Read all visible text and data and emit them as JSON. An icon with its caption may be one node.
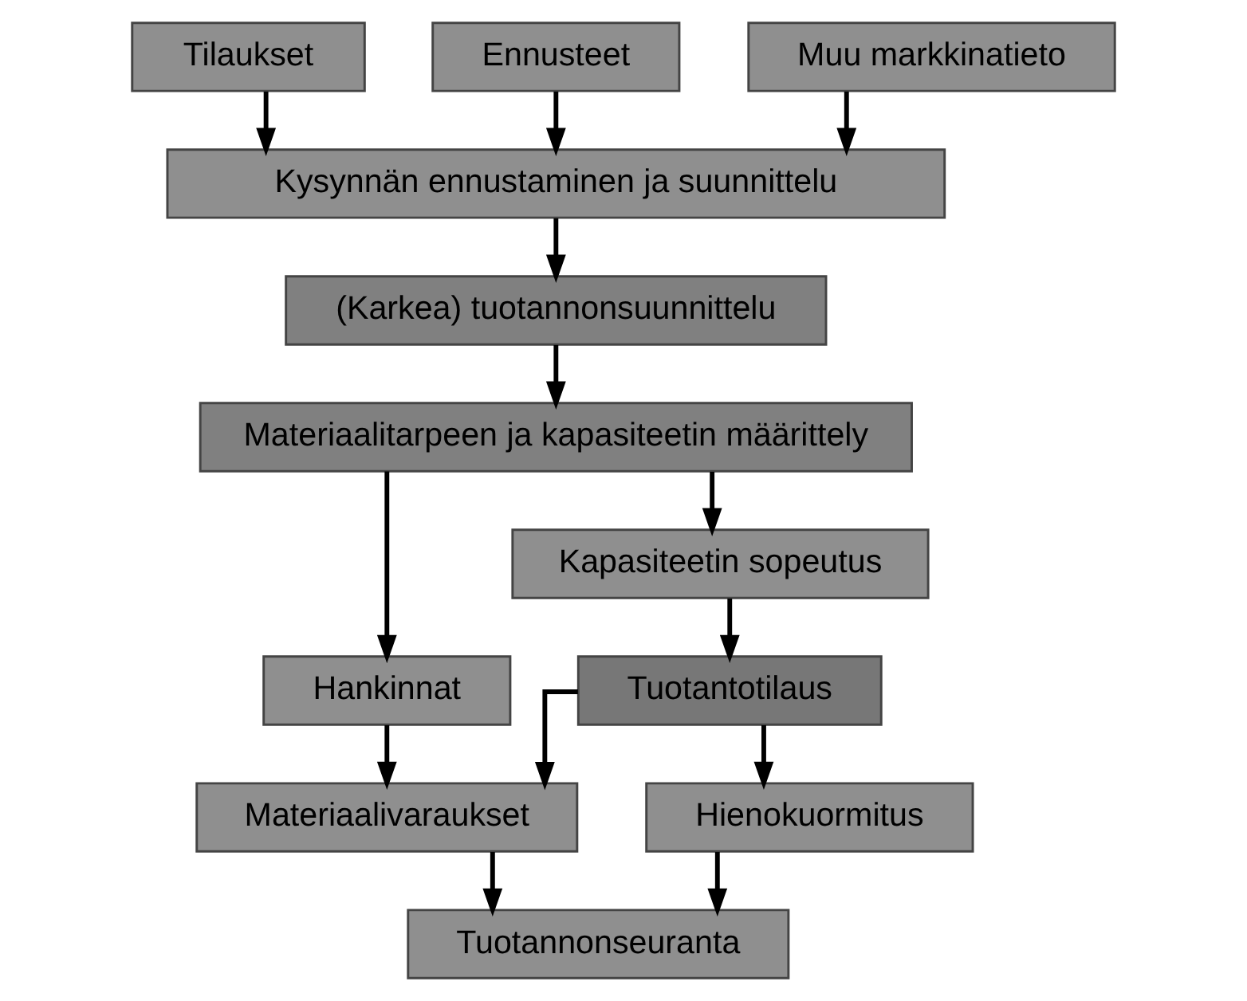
{
  "diagram": {
    "nodes": [
      {
        "text": [
          "Tilaukset"
        ]
      },
      {
        "text": [
          "Ennusteet"
        ]
      },
      {
        "text": [
          "Muu markkinatieto"
        ]
      },
      {
        "text": [
          "Kysynnän ennustaminen ja suunnittelu"
        ]
      },
      {
        "text": [
          "(Karkea) tuotannonsuunnittelu"
        ]
      },
      {
        "text": [
          "Materiaalitarpeen ja kapasiteetin määrittely"
        ]
      },
      {
        "text": [
          "Hankinnat"
        ]
      },
      {
        "text": [
          "Kapasiteetin sopeutus"
        ]
      },
      {
        "text": [
          "Tuotantotilaus"
        ]
      },
      {
        "text": [
          "Materiaalivaraukset"
        ]
      },
      {
        "text": [
          "Hienokuormitus"
        ]
      },
      {
        "text": [
          "Tuotannonseuranta"
        ]
      }
    ],
    "edges": [
      {
        "from": 0,
        "to": 3,
        "arrow": "to"
      },
      {
        "from": 1,
        "to": 3,
        "arrow": "to"
      },
      {
        "from": 2,
        "to": 3,
        "arrow": "to"
      },
      {
        "from": 3,
        "to": 4,
        "arrow": "to"
      },
      {
        "from": 4,
        "to": 5,
        "arrow": "to"
      },
      {
        "from": 5,
        "to": 6,
        "arrow": "to"
      },
      {
        "from": 5,
        "to": 7,
        "arrow": "to"
      },
      {
        "from": 6,
        "to": 9,
        "arrow": "to"
      },
      {
        "from": 7,
        "to": 8,
        "arrow": "to"
      },
      {
        "from": 8,
        "to": 9,
        "arrow": "to"
      },
      {
        "from": 8,
        "to": 10,
        "arrow": "to"
      },
      {
        "from": 9,
        "to": 11,
        "arrow": "to"
      },
      {
        "from": 10,
        "to": 11,
        "arrow": "to"
      }
    ]
  }
}
